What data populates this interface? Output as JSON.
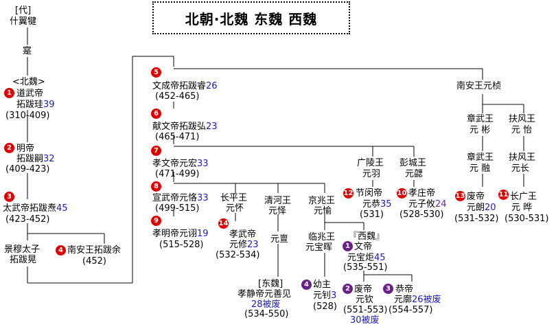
{
  "title": "北朝·北魏 东魏 西魏",
  "people": {
    "dai": "[代]",
    "shiyijian": "什翼犍",
    "shi": "寔",
    "beiwei": "<北魏>",
    "daowu_name": "道武帝",
    "daowu_name2": "拓跋珪",
    "daowu_age": "39",
    "daowu_years": "(310-409)",
    "mingdi": "明帝",
    "mingdi_name": "拓跋嗣",
    "mingdi_age": "32",
    "mingdi_years": "(409-423)",
    "taiwu": "太武帝拓跋焘",
    "taiwu_age": "45",
    "taiwu_years": "(423-452)",
    "jingmu1": "景穆太子",
    "jingmu2": "拓跋晃",
    "nanan": "南安王拓跋余",
    "nanan_years": "(452)",
    "wencheng": "文成帝拓跋睿",
    "wencheng_age": "26",
    "wencheng_years": "(452-465)",
    "xianwen": "献文帝拓跋弘",
    "xianwen_age": "23",
    "xianwen_years": "(465-471)",
    "xiaowen": "孝文帝元宏",
    "xiaowen_age": "33",
    "xiaowen_years": "(471-499)",
    "xuanwu": "宣武帝元恪",
    "xuanwu_age": "33",
    "xuanwu_years": "(499-515)",
    "xiaoming": "孝明帝元诩",
    "xiaoming_age": "19",
    "xiaoming_years": "(515-528)",
    "changping1": "长平王",
    "changping2": "元怀",
    "xiaowu": "孝武帝",
    "xiaowu_name": "元修",
    "xiaowu_age": "23",
    "xiaowu_years": "(532-534)",
    "qinghe1": "清河王",
    "qinghe2": "元怿",
    "yuanxuan": "元亶",
    "dongwei": "[东魏]",
    "xiaojing": "孝静帝元善见",
    "xiaojing_note": "28被废",
    "xiaojing_years": "(534-550)",
    "jingzhao1": "京兆王",
    "jingzhao2": "元愉",
    "linzhao1": "临兆王",
    "linzhao2": "元宝晖",
    "youzhu1": "幼主",
    "youzhu2": "元钊",
    "youzhu_age": "3",
    "youzhu_years": "(528)",
    "xiwei": "『西魏』",
    "wendi_xw": "文帝",
    "wendi_xw_name": "元宝炬",
    "wendi_xw_age": "45",
    "wendi_xw_years": "(535-551)",
    "feidi1": "废帝",
    "feidi1_name": "元钦",
    "feidi1_years": "(551-553)",
    "feidi1_note": "30被废",
    "gongdi": "恭帝",
    "gongdi_name": "元廓",
    "gongdi_note": "26被废",
    "gongdi_years": "(554-557)",
    "guangling1": "广陵王",
    "guangling2": "元羽",
    "jiemin": "节闵帝",
    "jiemin_name": "元恭",
    "jiemin_age": "35",
    "jiemin_years": "(531)",
    "pengcheng1": "彭城王",
    "pengcheng2": "元勰",
    "xiaozhuang": "孝庄帝",
    "xiaozhuang_name": "元子攸",
    "xiaozhuang_age": "24",
    "xiaozhuang_years": "(528-530)",
    "nananwang": "南安王元桢",
    "zhangwu1a": "章武王",
    "zhangwu1b": "元 彬",
    "fufeng1a": "扶风王",
    "fufeng1b": "元 怡",
    "zhangwu2a": "章武王",
    "zhangwu2b": "元 融",
    "fufeng2a": "扶风王",
    "fufeng2b": "元长",
    "feidi2": "废帝",
    "feidi2_name": "元朗",
    "feidi2_age": "20",
    "feidi2_years": "(531-532)",
    "changguang": "长广王",
    "changguang_name": "元 晔",
    "changguang_years": "(530-531)"
  },
  "badges": [
    "1",
    "2",
    "3",
    "4",
    "5",
    "6",
    "7",
    "8",
    "9",
    "10",
    "11",
    "12",
    "13",
    "14",
    "1",
    "2",
    "3",
    "4"
  ]
}
